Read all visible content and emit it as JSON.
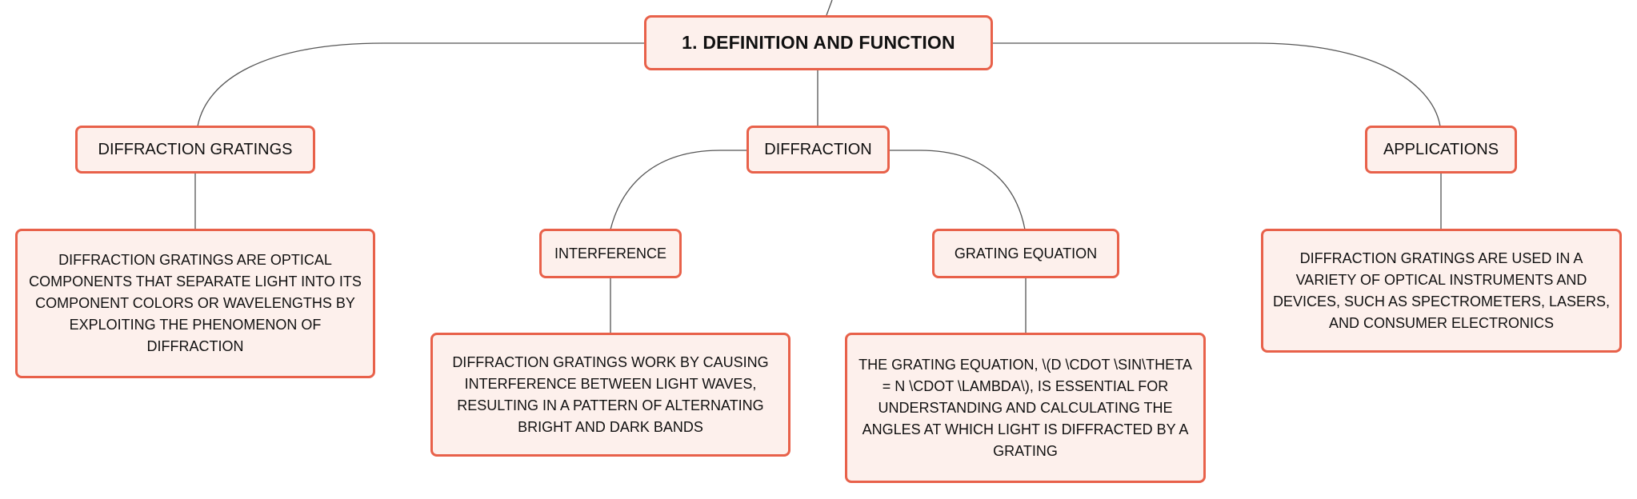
{
  "root": {
    "label": "1. DEFINITION AND FUNCTION"
  },
  "branches": {
    "gratings": {
      "label": "DIFFRACTION GRATINGS",
      "description": "DIFFRACTION GRATINGS ARE OPTICAL COMPONENTS THAT SEPARATE LIGHT INTO ITS COMPONENT COLORS OR WAVELENGTHS BY EXPLOITING THE PHENOMENON OF DIFFRACTION"
    },
    "diffraction": {
      "label": "DIFFRACTION",
      "interference": {
        "label": "INTERFERENCE",
        "description": "DIFFRACTION GRATINGS WORK BY CAUSING INTERFERENCE BETWEEN LIGHT WAVES, RESULTING IN A PATTERN OF ALTERNATING BRIGHT AND DARK BANDS"
      },
      "grating_equation": {
        "label": "GRATING EQUATION",
        "description": "THE GRATING EQUATION, \\(D \\CDOT \\SIN\\THETA = N \\CDOT \\LAMBDA\\), IS ESSENTIAL FOR UNDERSTANDING AND CALCULATING THE ANGLES AT WHICH LIGHT IS DIFFRACTED BY A GRATING"
      }
    },
    "applications": {
      "label": "APPLICATIONS",
      "description": "DIFFRACTION GRATINGS ARE USED IN A VARIETY OF OPTICAL INSTRUMENTS AND DEVICES, SUCH AS SPECTROMETERS, LASERS, AND CONSUMER ELECTRONICS"
    }
  },
  "colors": {
    "node_fill": "#fdf0ec",
    "node_border": "#e8614a",
    "connector": "#555555",
    "text": "#111111"
  }
}
